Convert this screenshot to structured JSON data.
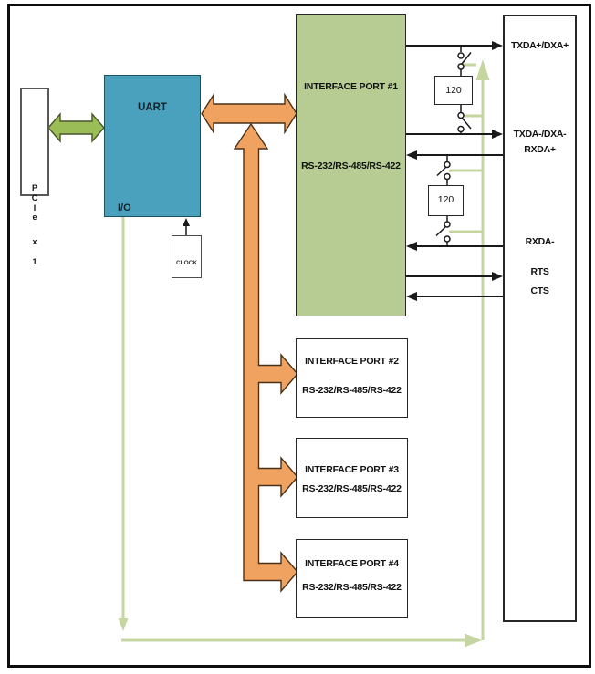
{
  "diagram_title": "PCIe quad-port serial card block diagram",
  "pcie_box": {
    "letters": [
      "P",
      "C",
      "I",
      "e",
      "x",
      "1"
    ]
  },
  "uart": {
    "label": "UART",
    "io_label": "I/O"
  },
  "clock": {
    "label": "CLOCK"
  },
  "ports": [
    {
      "title": "INTERFACE PORT #1",
      "subtitle": "RS-232/RS-485/RS-422"
    },
    {
      "title": "INTERFACE PORT #2",
      "subtitle": "RS-232/RS-485/RS-422"
    },
    {
      "title": "INTERFACE PORT #3",
      "subtitle": "RS-232/RS-485/RS-422"
    },
    {
      "title": "INTERFACE PORT #4",
      "subtitle": "RS-232/RS-485/RS-422"
    }
  ],
  "resistors": {
    "r1": "120",
    "r2": "120"
  },
  "connector": {
    "signals": [
      "TXDA+/DXA+",
      "TXDA-/DXA-",
      "RXDA+",
      "RXDA-",
      "RTS",
      "CTS"
    ]
  },
  "colors": {
    "uart_fill": "#4AA1BE",
    "port1_fill": "#B6CC92",
    "orange_arrow": "#F0A361",
    "green_arrow": "#9BBD58",
    "enable_wire": "#C5D6A0",
    "signal_line": "#1a1a1a"
  }
}
